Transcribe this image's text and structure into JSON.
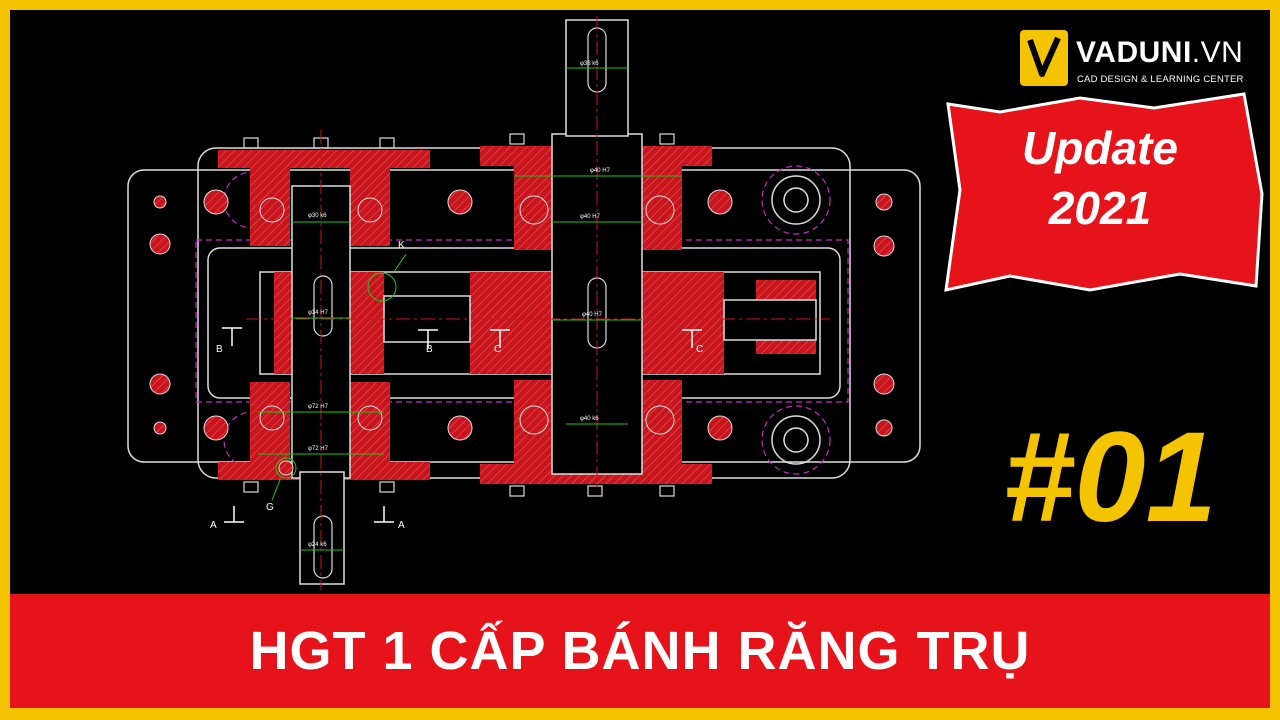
{
  "logo": {
    "brand": "VADUNI",
    "brand_suffix": ".VN",
    "tagline": "CAD DESIGN & LEARNING CENTER"
  },
  "badge": {
    "line1": "Update",
    "line2": "2021"
  },
  "episode": "#01",
  "banner_title": "HGT 1 CẤP BÁNH RĂNG TRỤ",
  "drawing": {
    "section_labels": [
      "A",
      "A",
      "B",
      "B",
      "C",
      "C",
      "K",
      "G"
    ],
    "dimensions": [
      "φ36 k6",
      "φ30 k6",
      "φ40 H7",
      "φ40 H7",
      "φ34 H7",
      "φ40 H7",
      "φ72 H7",
      "φ72 H7",
      "φ40 k6",
      "φ24 k6"
    ]
  },
  "colors": {
    "frame": "#f5c400",
    "banner": "#e7131b",
    "badge": "#e7131b",
    "episode": "#f5c400",
    "cad_red": "#c8141c",
    "cad_magenta": "#c02cc0",
    "cad_green": "#18c818"
  }
}
